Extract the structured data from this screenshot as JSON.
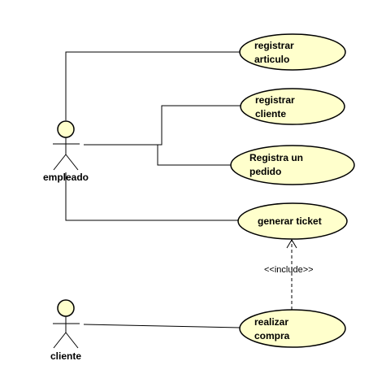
{
  "actors": {
    "empleado": {
      "label": "empleado"
    },
    "cliente": {
      "label": "cliente"
    }
  },
  "use_cases": {
    "registrar_articulo": {
      "line1": "registrar",
      "line2": "articulo"
    },
    "registrar_cliente": {
      "line1": "registrar",
      "line2": "cliente"
    },
    "registrar_pedido": {
      "line1": "Registra un",
      "line2": "pedido"
    },
    "generar_ticket": {
      "line1": "generar ticket"
    },
    "realizar_compra": {
      "line1": "realizar",
      "line2": "compra"
    }
  },
  "relations": {
    "include_label": "<<include>>"
  },
  "colors": {
    "use_case_fill": "#ffffcc",
    "actor_head_fill": "#ffffcc",
    "stroke": "#000000"
  }
}
